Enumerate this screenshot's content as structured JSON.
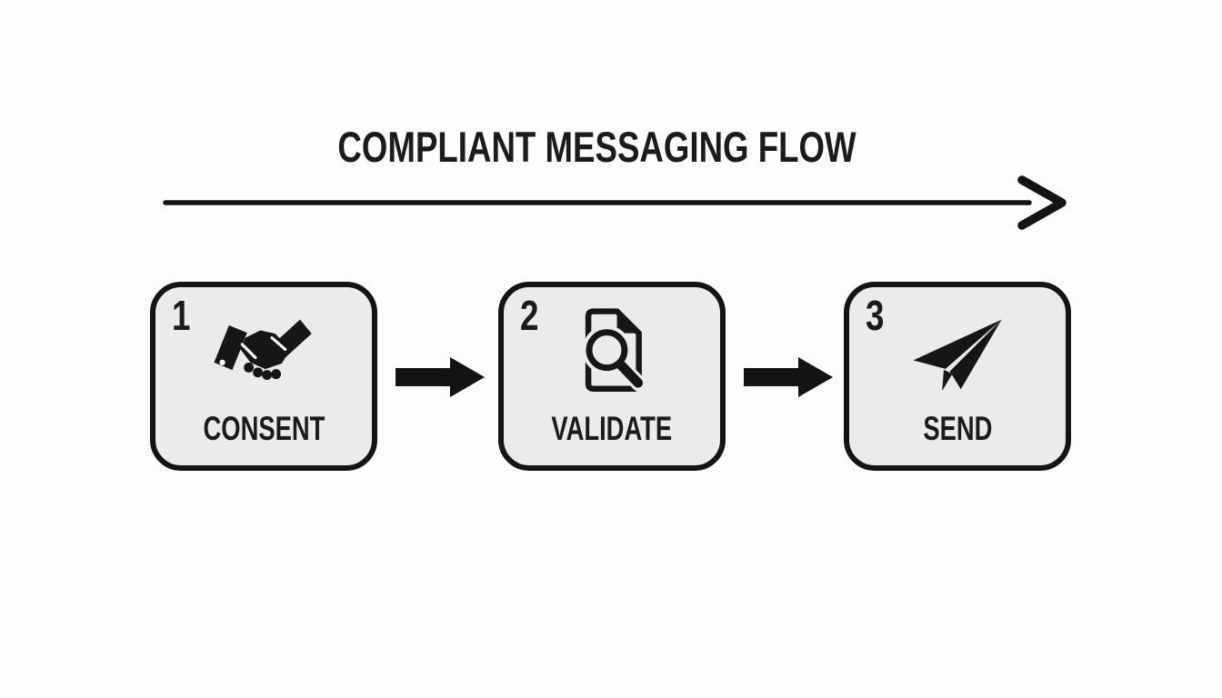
{
  "title": "COMPLIANT MESSAGING FLOW",
  "steps": [
    {
      "number": "1",
      "label": "CONSENT",
      "icon": "handshake-icon"
    },
    {
      "number": "2",
      "label": "VALIDATE",
      "icon": "document-search-icon"
    },
    {
      "number": "3",
      "label": "SEND",
      "icon": "paper-plane-icon"
    }
  ],
  "connectors": {
    "timeline": "right-arrow",
    "between_steps": "solid-block-arrow"
  },
  "colors": {
    "background": "#fdfdfd",
    "box_fill": "#ebebeb",
    "ink": "#141414",
    "text": "#1b1b1b"
  }
}
